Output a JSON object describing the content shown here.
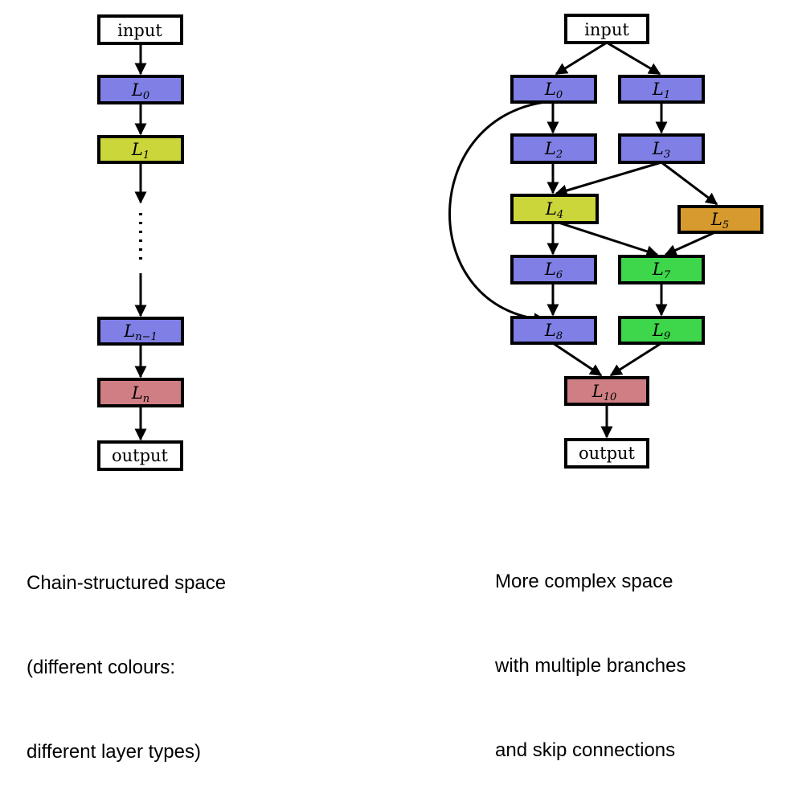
{
  "diagrams": {
    "chain": {
      "nodes": {
        "input": {
          "text": "input",
          "fill": "#ffffff"
        },
        "L0": {
          "base": "L",
          "sub": "0",
          "fill": "#7f7fe5"
        },
        "L1": {
          "base": "L",
          "sub": "1",
          "fill": "#cbd63a"
        },
        "Ln-1": {
          "base": "L",
          "sub": "n−1",
          "fill": "#7f7fe5"
        },
        "Ln": {
          "base": "L",
          "sub": "n",
          "fill": "#cf7f84"
        },
        "output": {
          "text": "output",
          "fill": "#ffffff"
        }
      },
      "caption": [
        "Chain-structured space",
        "(different colours:",
        "different layer types)"
      ]
    },
    "complex": {
      "nodes": {
        "input": {
          "text": "input",
          "fill": "#ffffff"
        },
        "L0": {
          "base": "L",
          "sub": "0",
          "fill": "#7f7fe5"
        },
        "L1": {
          "base": "L",
          "sub": "1",
          "fill": "#7f7fe5"
        },
        "L2": {
          "base": "L",
          "sub": "2",
          "fill": "#7f7fe5"
        },
        "L3": {
          "base": "L",
          "sub": "3",
          "fill": "#7f7fe5"
        },
        "L4": {
          "base": "L",
          "sub": "4",
          "fill": "#cbd63a"
        },
        "L5": {
          "base": "L",
          "sub": "5",
          "fill": "#d69a2e"
        },
        "L6": {
          "base": "L",
          "sub": "6",
          "fill": "#7f7fe5"
        },
        "L7": {
          "base": "L",
          "sub": "7",
          "fill": "#3ed64a"
        },
        "L8": {
          "base": "L",
          "sub": "8",
          "fill": "#7f7fe5"
        },
        "L9": {
          "base": "L",
          "sub": "9",
          "fill": "#3ed64a"
        },
        "L10": {
          "base": "L",
          "sub": "10",
          "fill": "#cf7f84"
        },
        "output": {
          "text": "output",
          "fill": "#ffffff"
        }
      },
      "caption": [
        "More complex space",
        "with multiple branches",
        "and skip connections"
      ]
    }
  }
}
